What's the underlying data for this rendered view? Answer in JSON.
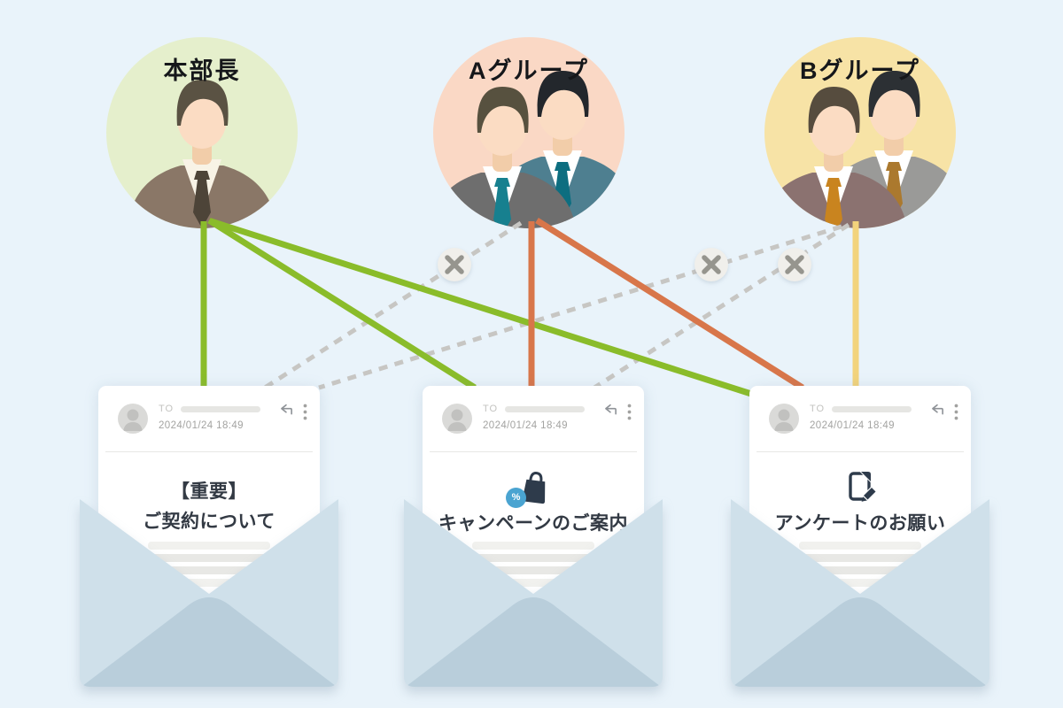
{
  "colors": {
    "background": "#e9f3fa",
    "line_green": "#8abc2a",
    "line_orange": "#d8764a",
    "line_yellow": "#f2d37c",
    "line_blocked": "#c7c6c3",
    "blocked_badge_bg": "#f0efeb",
    "blocked_badge_x": "#96958e",
    "group_hq_bg": "#e5efcc",
    "group_a_bg": "#fad8c5",
    "group_b_bg": "#f7e3a6",
    "envelope_side": "#cfe0ea",
    "envelope_bottom": "#b9cedb",
    "campaign_badge": "#4aa4d1",
    "icon_dark": "#2e3b4b"
  },
  "senders": [
    {
      "label": "本部長"
    },
    {
      "label": "Aグループ"
    },
    {
      "label": "Bグループ"
    }
  ],
  "emails": [
    {
      "to_label": "TO",
      "date": "2024/01/24 18:49",
      "subject_lines": [
        "【重要】",
        "ご契約について"
      ]
    },
    {
      "to_label": "TO",
      "date": "2024/01/24 18:49",
      "subject_lines": [
        "キャンペーンのご案内"
      ],
      "icon": "sale-bag-icon",
      "badge_label": "%"
    },
    {
      "to_label": "TO",
      "date": "2024/01/24 18:49",
      "subject_lines": [
        "アンケートのお願い"
      ],
      "icon": "survey-document-icon"
    }
  ],
  "connections": [
    {
      "from": "本部長",
      "to": "【重要】ご契約について",
      "style": "solid",
      "color": "green"
    },
    {
      "from": "本部長",
      "to": "キャンペーンのご案内",
      "style": "solid",
      "color": "green"
    },
    {
      "from": "本部長",
      "to": "アンケートのお願い",
      "style": "solid",
      "color": "green"
    },
    {
      "from": "Aグループ",
      "to": "キャンペーンのご案内",
      "style": "solid",
      "color": "orange"
    },
    {
      "from": "Aグループ",
      "to": "アンケートのお願い",
      "style": "solid",
      "color": "orange"
    },
    {
      "from": "Aグループ",
      "to": "【重要】ご契約について",
      "style": "dashed-blocked",
      "color": "gray"
    },
    {
      "from": "Bグループ",
      "to": "アンケートのお願い",
      "style": "solid",
      "color": "yellow"
    },
    {
      "from": "Bグループ",
      "to": "【重要】ご契約について",
      "style": "dashed-blocked",
      "color": "gray"
    },
    {
      "from": "Bグループ",
      "to": "キャンペーンのご案内",
      "style": "dashed-blocked",
      "color": "gray"
    }
  ]
}
